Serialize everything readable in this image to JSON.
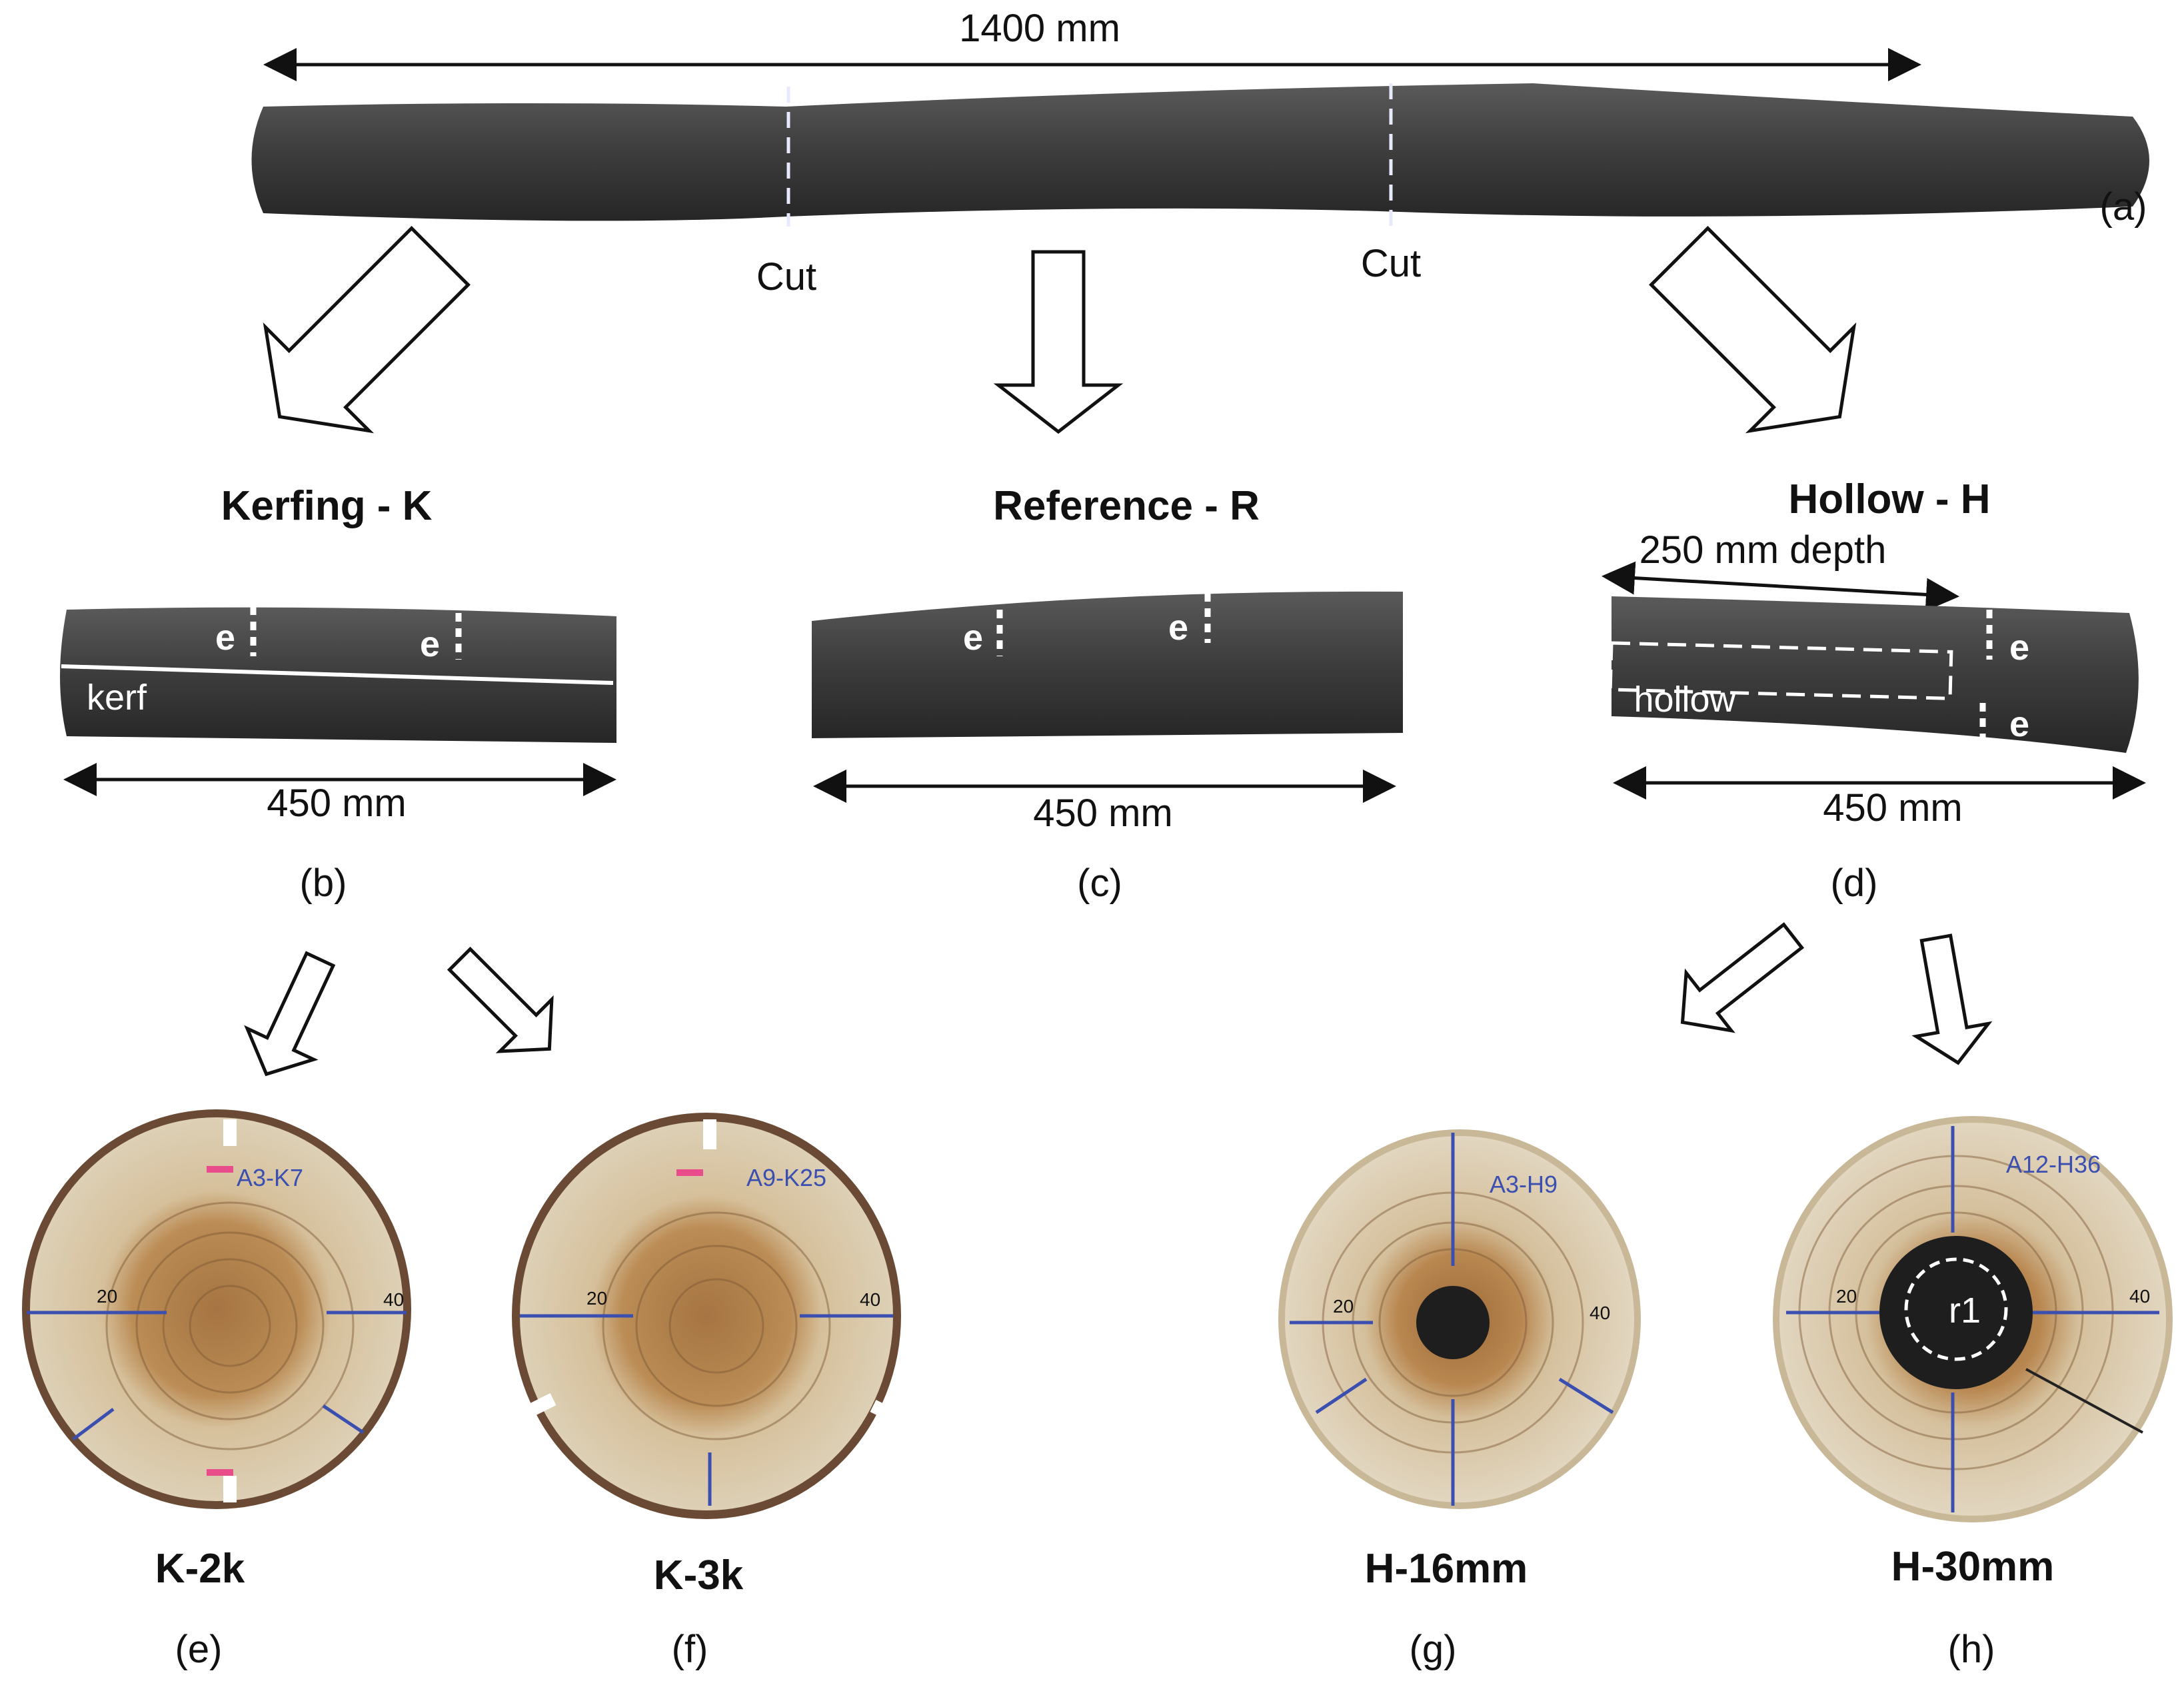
{
  "top": {
    "length_label": "1400 mm",
    "cut_left": "Cut",
    "cut_right": "Cut",
    "panel_label": "(a)"
  },
  "sections": {
    "kerfing": {
      "title": "Kerfing - K",
      "kerf_label": "kerf",
      "e_label": "e",
      "length_label": "450 mm",
      "panel_label": "(b)"
    },
    "reference": {
      "title": "Reference - R",
      "e_label": "e",
      "length_label": "450 mm",
      "panel_label": "(c)"
    },
    "hollow": {
      "title": "Hollow - H",
      "depth_label": "250 mm depth",
      "hollow_label": "hollow",
      "e_label": "e",
      "length_label": "450 mm",
      "panel_label": "(d)"
    }
  },
  "discs": [
    {
      "name": "K-2k",
      "panel_label": "(e)",
      "marking": "A3-K7",
      "tick_a": "20",
      "tick_b": "40"
    },
    {
      "name": "K-3k",
      "panel_label": "(f)",
      "marking": "A9-K25",
      "tick_a": "20",
      "tick_b": "40"
    },
    {
      "name": "H-16mm",
      "panel_label": "(g)",
      "marking": "A3-H9",
      "tick_a": "20",
      "tick_b": "40"
    },
    {
      "name": "H-30mm",
      "panel_label": "(h)",
      "marking": "A12-H36",
      "tick_a": "20",
      "tick_b": "40",
      "radius_label": "r1"
    }
  ],
  "colors": {
    "log": "#3c3c3c",
    "wood_light": "#dccdb1",
    "wood_heart": "#b98a53",
    "bark": "#6b4a35",
    "pen_blue": "#3a4fb0",
    "hole": "#1e1e1e"
  }
}
